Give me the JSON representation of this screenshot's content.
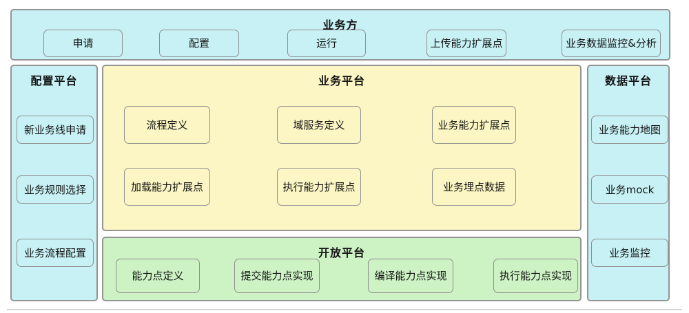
{
  "colors": {
    "cyan": "#c7f1f4",
    "yellow": "#fbf6c3",
    "green": "#cdf2c4",
    "panel_border": "#949494",
    "box_border": "#8f8f8f",
    "text": "#151515"
  },
  "business_party": {
    "title": "业务方",
    "items": [
      "申请",
      "配置",
      "运行",
      "上传能力扩展点",
      "业务数据监控&分析"
    ]
  },
  "config_platform": {
    "title": "配置平台",
    "items": [
      "新业务线申请",
      "业务规则选择",
      "业务流程配置"
    ]
  },
  "business_platform": {
    "title": "业务平台",
    "items": [
      "流程定义",
      "域服务定义",
      "业务能力扩展点",
      "加载能力扩展点",
      "执行能力扩展点",
      "业务埋点数据"
    ]
  },
  "open_platform": {
    "title": "开放平台",
    "items": [
      "能力点定义",
      "提交能力点实现",
      "编译能力点实现",
      "执行能力点实现"
    ]
  },
  "data_platform": {
    "title": "数据平台",
    "items": [
      "业务能力地图",
      "业务mock",
      "业务监控"
    ]
  }
}
